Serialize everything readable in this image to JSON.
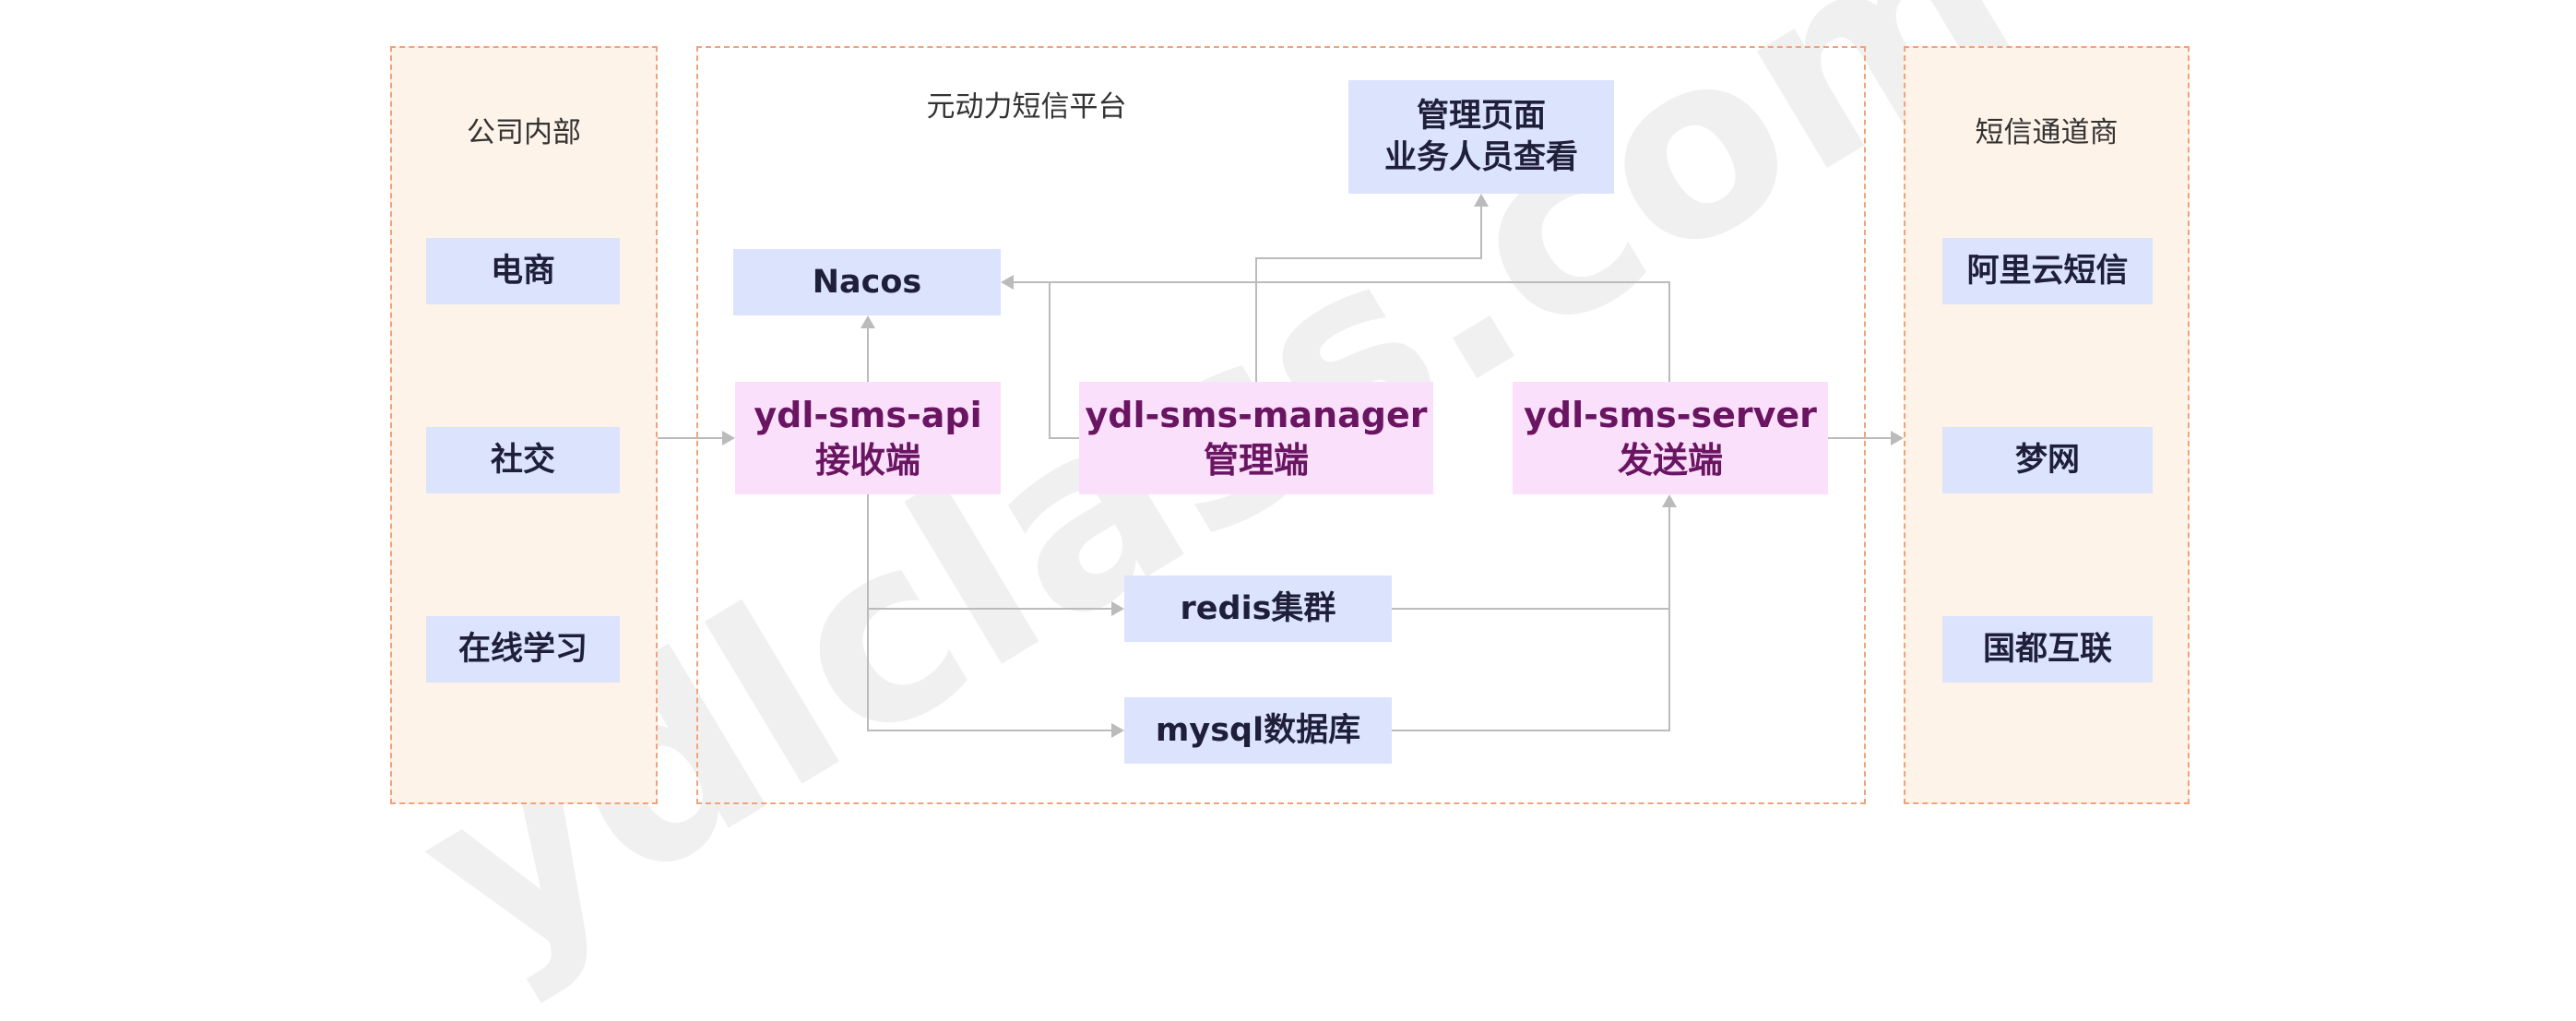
{
  "regions": {
    "left": {
      "title": "公司内部"
    },
    "platform": {
      "title": "元动力短信平台"
    },
    "right": {
      "title": "短信通道商"
    }
  },
  "left_items": [
    "电商",
    "社交",
    "在线学习"
  ],
  "right_items": [
    "阿里云短信",
    "梦网",
    "国都互联"
  ],
  "nodes": {
    "admin": {
      "line1": "管理页面",
      "line2": "业务人员查看"
    },
    "nacos": {
      "label": "Nacos"
    },
    "api": {
      "line1": "ydl-sms-api",
      "line2": "接收端"
    },
    "manager": {
      "line1": "ydl-sms-manager",
      "line2": "管理端"
    },
    "server": {
      "line1": "ydl-sms-server",
      "line2": "发送端"
    },
    "redis": {
      "label": "redis集群"
    },
    "mysql": {
      "label": "mysql数据库"
    }
  },
  "watermark": "ydlclass.com",
  "colors": {
    "region_border": "#f2a27a",
    "region_fill": "#fdf3e8",
    "node_blue": "#dbe3fd",
    "node_pink": "#fbe0fb",
    "pink_text": "#6a1562",
    "connector": "#bbbbbb"
  }
}
